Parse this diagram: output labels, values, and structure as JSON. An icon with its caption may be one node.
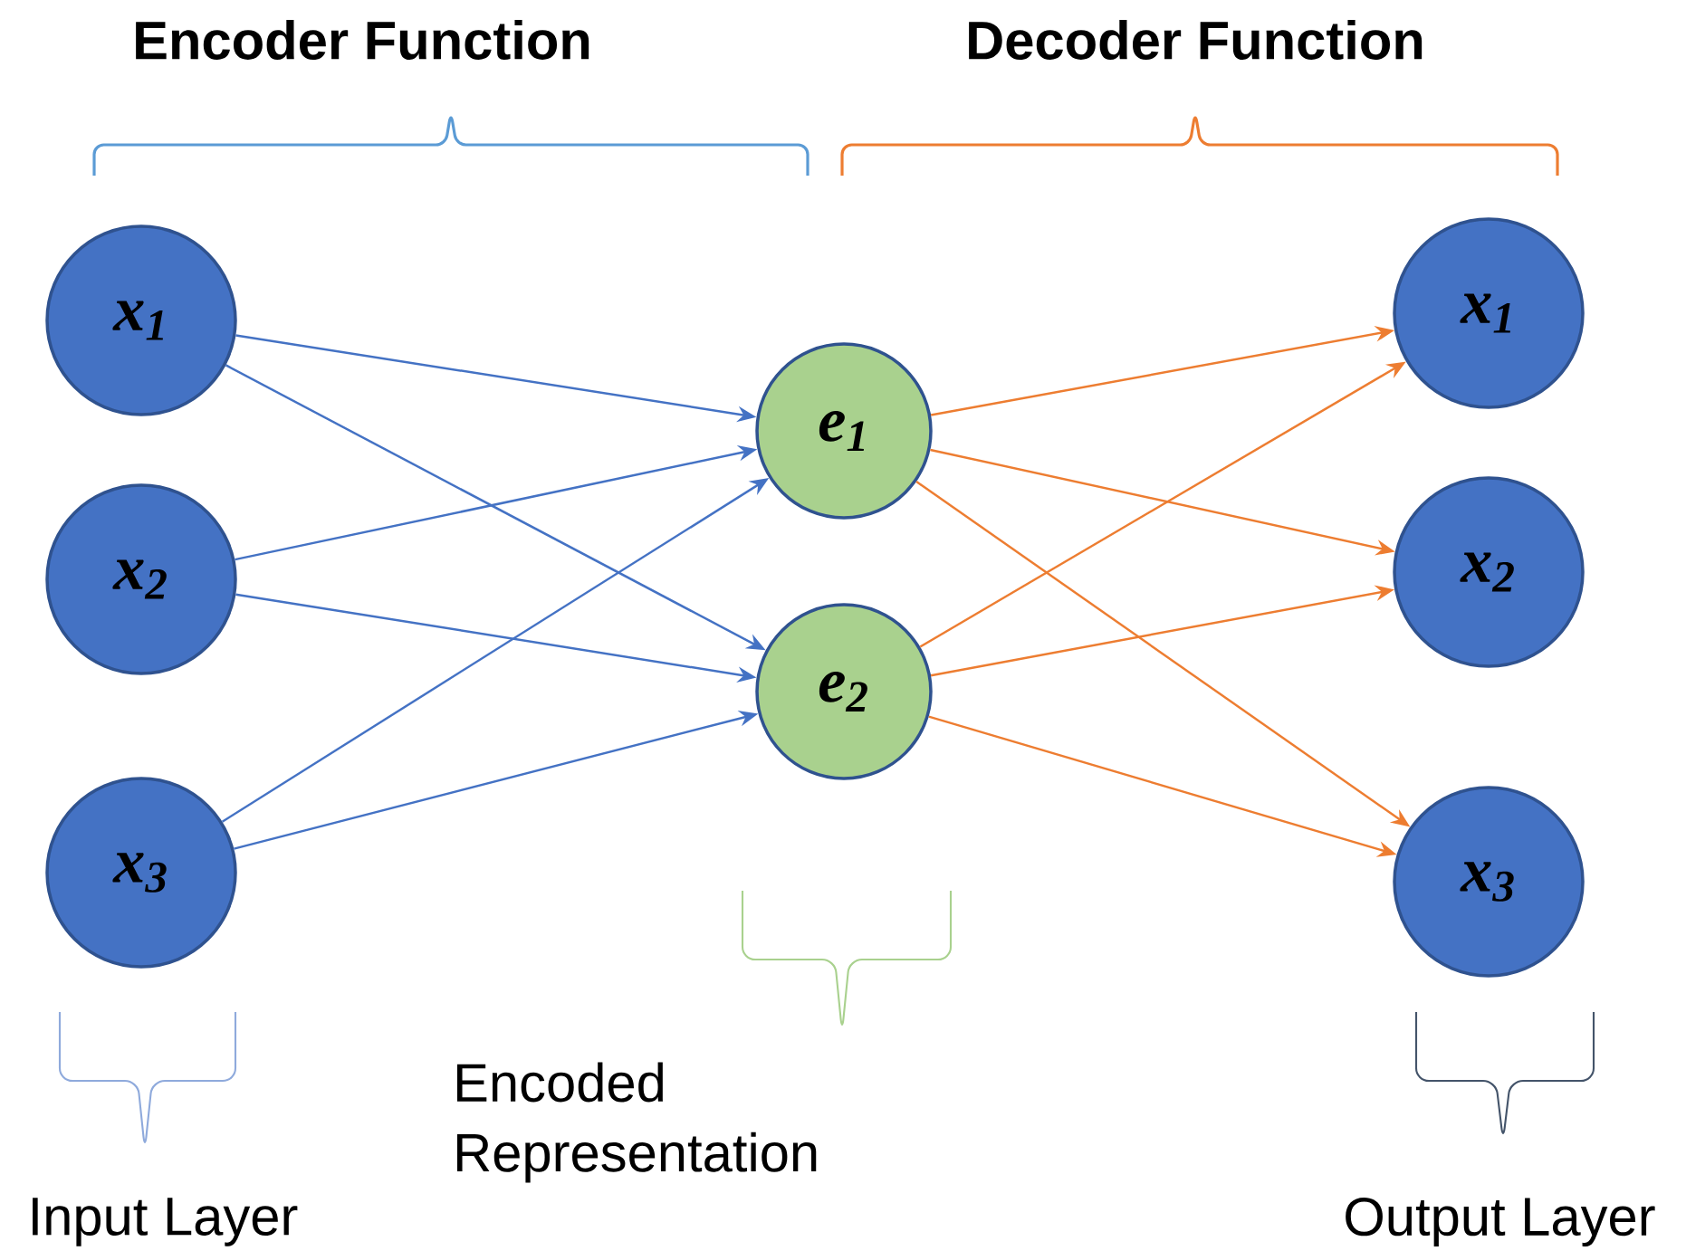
{
  "diagram": {
    "nodes": [
      {
        "text": [
          "x$_{1}$"
        ]
      },
      {
        "text": [
          "x$_{2}$"
        ]
      },
      {
        "text": [
          "x$_{3}$"
        ]
      },
      {
        "text": [
          "e$_{1}$"
        ]
      },
      {
        "text": [
          "e$_{2}$"
        ]
      },
      {
        "text": [
          "x$_{1}$"
        ]
      },
      {
        "text": [
          "x$_{2}$"
        ]
      },
      {
        "text": [
          "x$_{3}$"
        ]
      }
    ],
    "edges": [
      {
        "from": 0,
        "to": 3,
        "arrow": "to",
        "color": "#4472c4"
      },
      {
        "from": 0,
        "to": 4,
        "arrow": "to",
        "color": "#4472c4"
      },
      {
        "from": 1,
        "to": 3,
        "arrow": "to",
        "color": "#4472c4"
      },
      {
        "from": 1,
        "to": 4,
        "arrow": "to",
        "color": "#4472c4"
      },
      {
        "from": 2,
        "to": 3,
        "arrow": "to",
        "color": "#4472c4"
      },
      {
        "from": 2,
        "to": 4,
        "arrow": "to",
        "color": "#4472c4"
      },
      {
        "from": 3,
        "to": 5,
        "arrow": "to",
        "color": "#ed7d31"
      },
      {
        "from": 3,
        "to": 6,
        "arrow": "to",
        "color": "#ed7d31"
      },
      {
        "from": 3,
        "to": 7,
        "arrow": "to",
        "color": "#ed7d31"
      },
      {
        "from": 4,
        "to": 5,
        "arrow": "to",
        "color": "#ed7d31"
      },
      {
        "from": 4,
        "to": 6,
        "arrow": "to",
        "color": "#ed7d31"
      },
      {
        "from": 4,
        "to": 7,
        "arrow": "to",
        "color": "#ed7d31"
      }
    ],
    "labels": [
      "Encoder Function",
      "Decoder Function",
      "Input Layer",
      "Encoded Representation",
      "Output Layer"
    ]
  }
}
